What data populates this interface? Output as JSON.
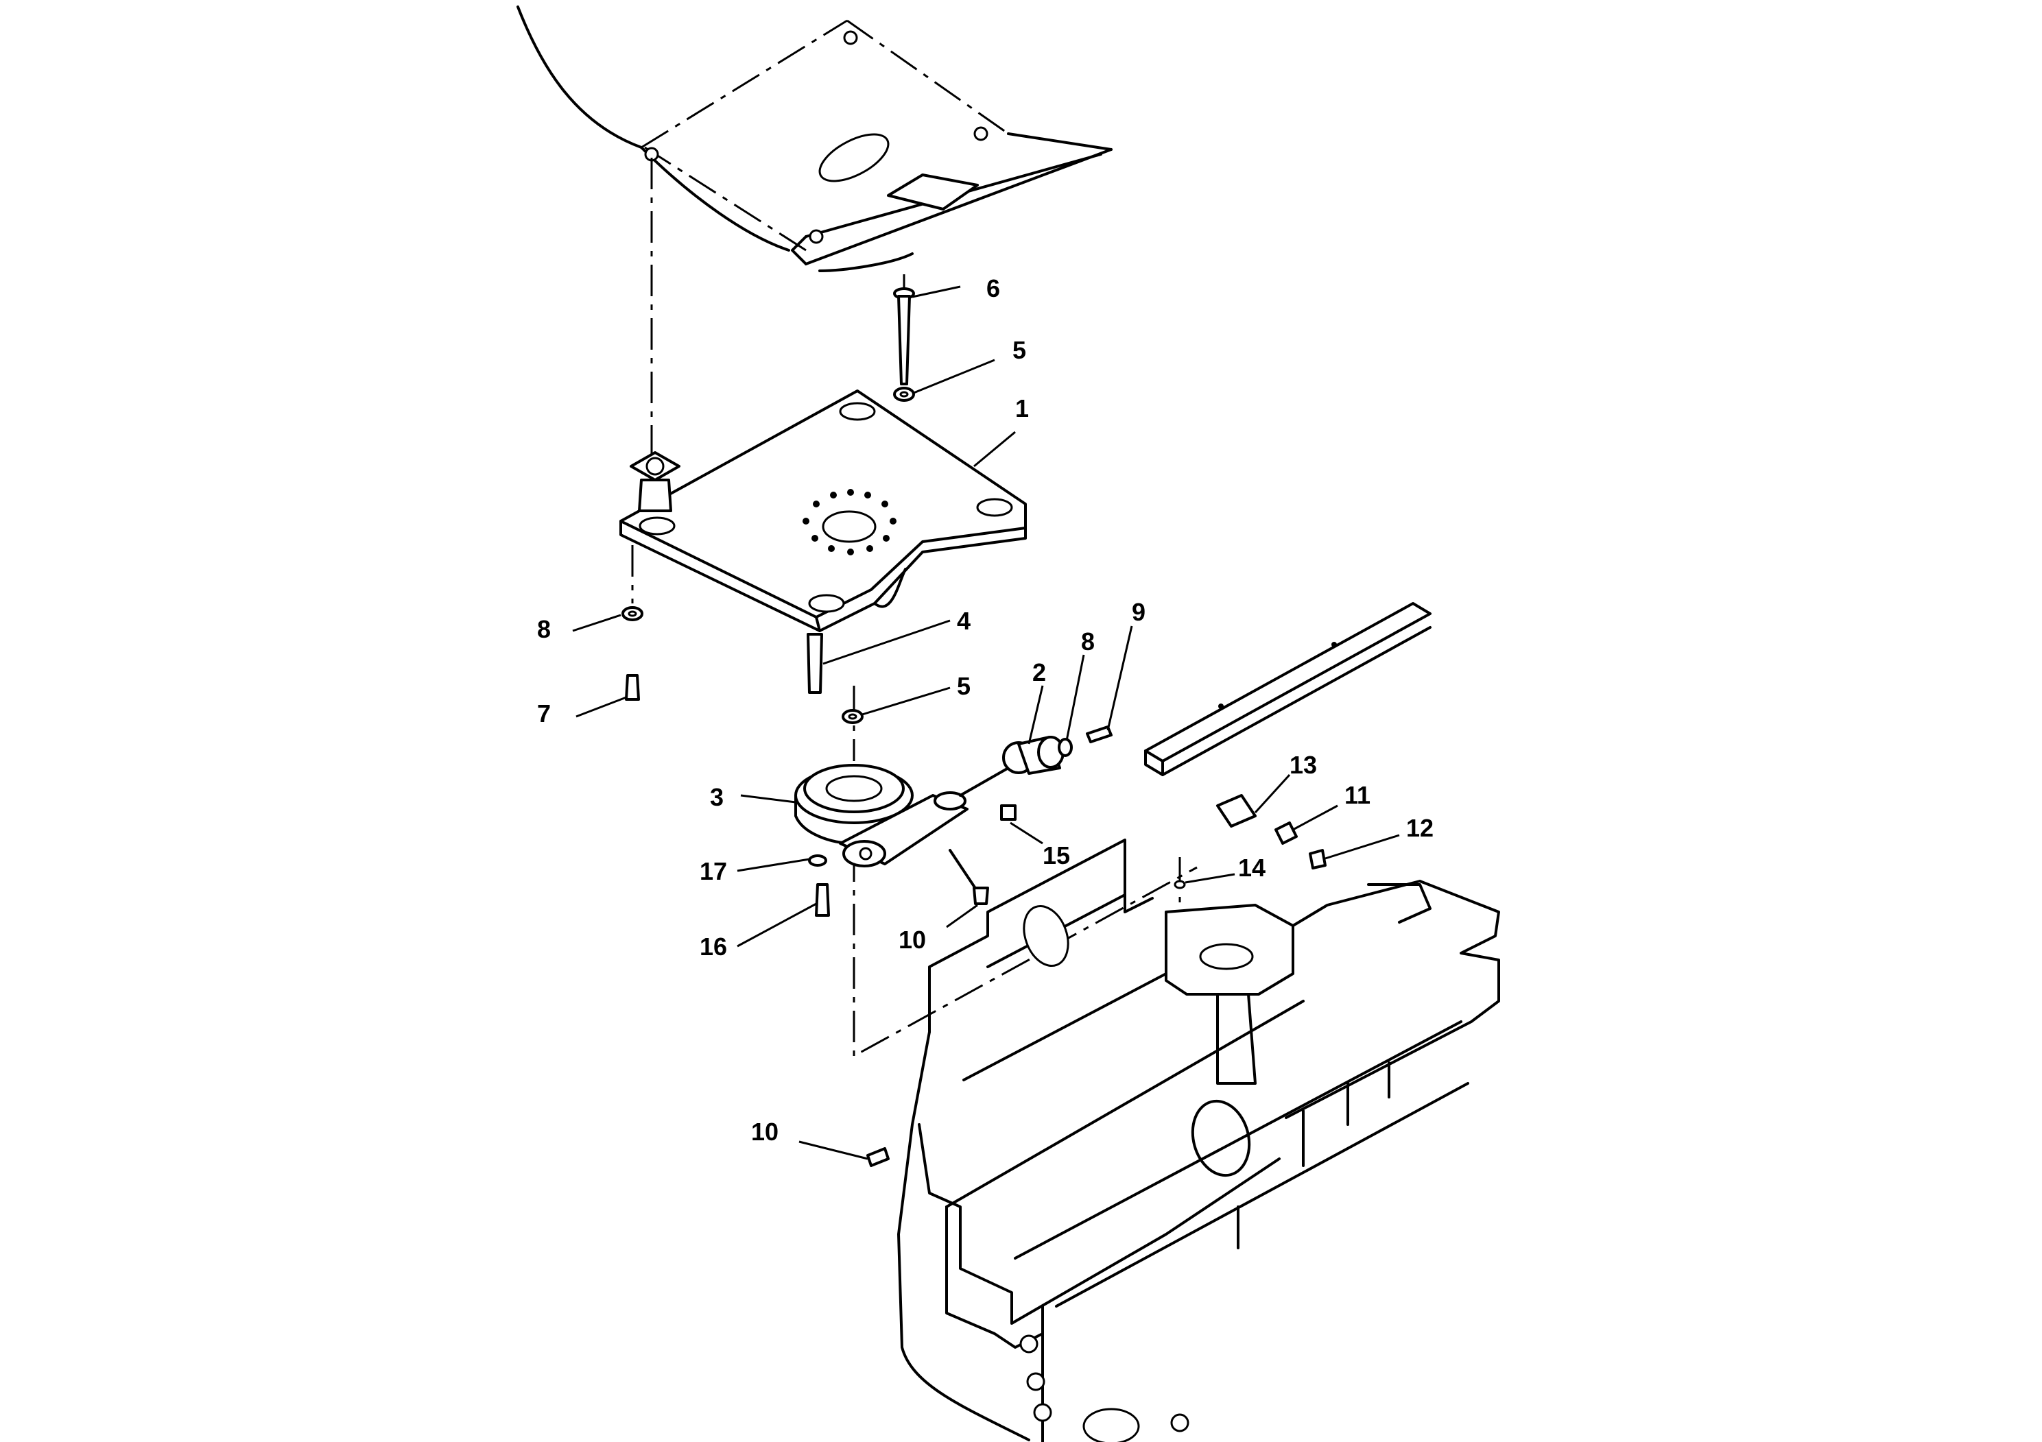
{
  "callouts": [
    {
      "id": "c-6",
      "label": "6"
    },
    {
      "id": "c-5a",
      "label": "5"
    },
    {
      "id": "c-1",
      "label": "1"
    },
    {
      "id": "c-8a",
      "label": "8"
    },
    {
      "id": "c-7",
      "label": "7"
    },
    {
      "id": "c-4",
      "label": "4"
    },
    {
      "id": "c-5b",
      "label": "5"
    },
    {
      "id": "c-2",
      "label": "2"
    },
    {
      "id": "c-8b",
      "label": "8"
    },
    {
      "id": "c-9",
      "label": "9"
    },
    {
      "id": "c-3",
      "label": "3"
    },
    {
      "id": "c-13",
      "label": "13"
    },
    {
      "id": "c-11",
      "label": "11"
    },
    {
      "id": "c-12",
      "label": "12"
    },
    {
      "id": "c-15",
      "label": "15"
    },
    {
      "id": "c-17",
      "label": "17"
    },
    {
      "id": "c-14",
      "label": "14"
    },
    {
      "id": "c-16",
      "label": "16"
    },
    {
      "id": "c-10a",
      "label": "10"
    },
    {
      "id": "c-10b",
      "label": "10"
    }
  ]
}
